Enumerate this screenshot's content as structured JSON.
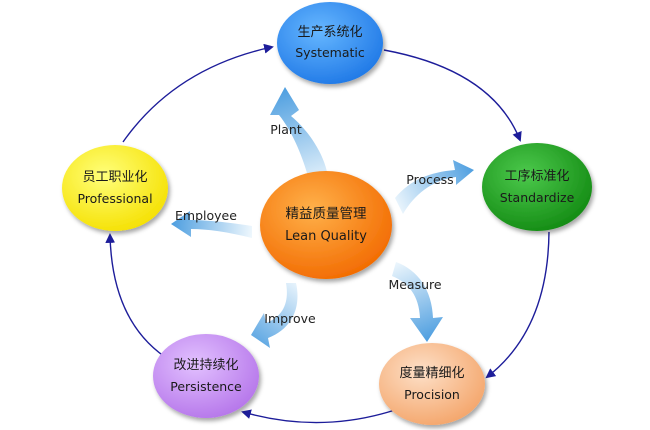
{
  "center": {
    "zh": "精益质量管理",
    "en": "Lean Quality",
    "fill": "#ff7a00"
  },
  "nodes": [
    {
      "id": "systematic",
      "zh": "生产系统化",
      "en": "Systematic",
      "fill": "#2f87f0"
    },
    {
      "id": "standardize",
      "zh": "工序标准化",
      "en": "Standardize",
      "fill": "#1f9a1f"
    },
    {
      "id": "precision",
      "zh": "度量精细化",
      "en": "Procision",
      "fill": "#f6b98a"
    },
    {
      "id": "persistence",
      "zh": "改进持续化",
      "en": "Persistence",
      "fill": "#c489f0"
    },
    {
      "id": "professional",
      "zh": "员工职业化",
      "en": "Professional",
      "fill": "#ffee1a"
    }
  ],
  "arrows": [
    {
      "id": "plant",
      "label": "Plant"
    },
    {
      "id": "process",
      "label": "Process"
    },
    {
      "id": "measure",
      "label": "Measure"
    },
    {
      "id": "improve",
      "label": "Improve"
    },
    {
      "id": "employee",
      "label": "Employee"
    }
  ],
  "colors": {
    "arrow_light": "#e6f3fc",
    "arrow_dark": "#4f9fe0",
    "cycle_stroke": "#1d1d9a"
  }
}
